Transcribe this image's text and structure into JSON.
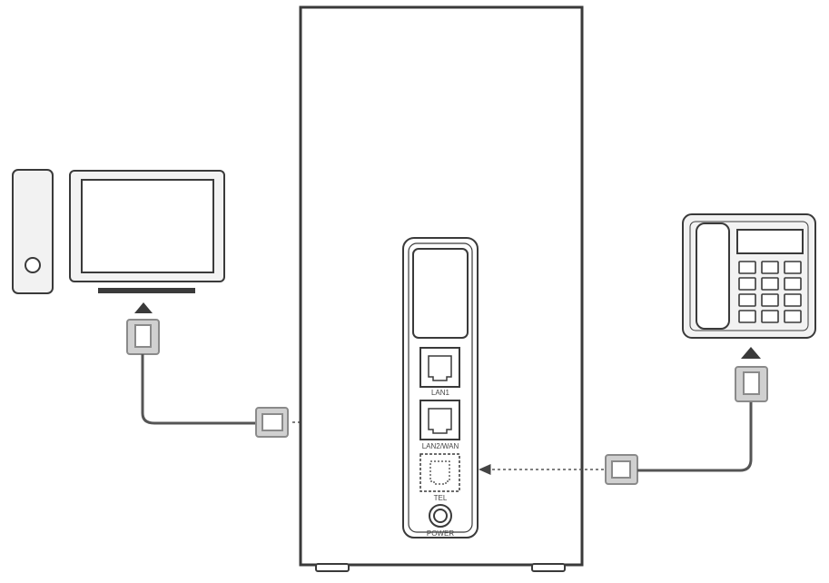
{
  "ports": {
    "lan1": "LAN1",
    "lan2_wan": "LAN2/WAN",
    "tel": "TEL",
    "power": "POWER"
  },
  "colors": {
    "outline": "#3a3a3a",
    "cable": "#555555",
    "connector_fill": "#d0d0d0",
    "connector_stroke": "#8a8a8a",
    "device_fill": "#f2f2f2",
    "dotted_line": "#555555"
  },
  "icons": [
    "computer-icon",
    "router-icon",
    "telephone-icon",
    "rj45-connector-icon",
    "rj11-connector-icon"
  ]
}
